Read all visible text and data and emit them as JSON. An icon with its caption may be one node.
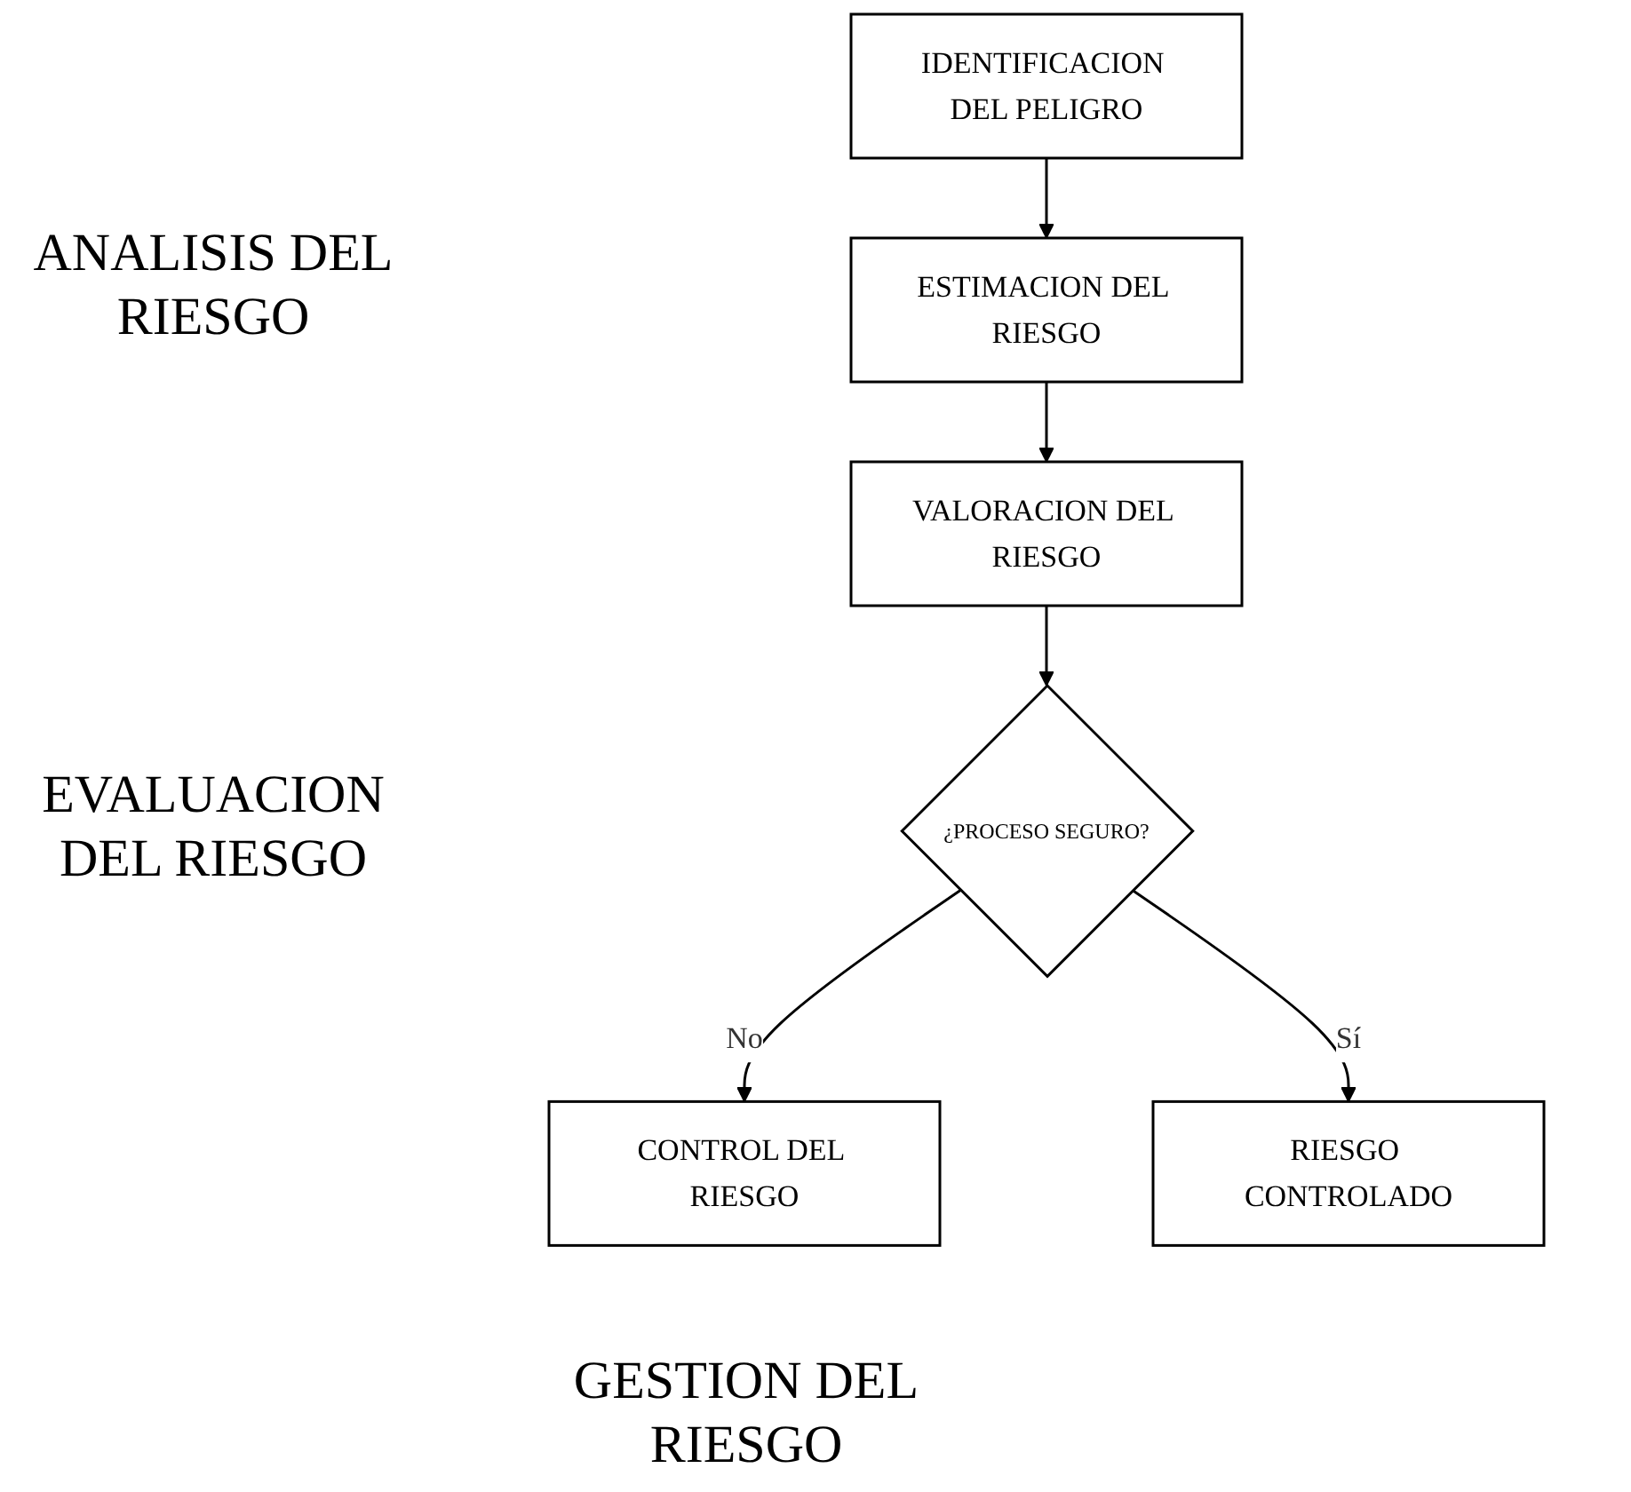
{
  "diagram": {
    "nodes": [
      {
        "text": [
          "IDENTIFICACION DEL PELIGRO"
        ]
      },
      {
        "text": [
          "ESTIMACION DEL RIESGO"
        ]
      },
      {
        "text": [
          "VALORACION DEL RIESGO"
        ]
      },
      {
        "text": [
          "¿PROCESO SEGURO?"
        ]
      },
      {
        "text": [
          "CONTROL DEL RIESGO"
        ]
      },
      {
        "text": [
          "RIESGO CONTROLADO"
        ]
      }
    ],
    "edges": [
      {
        "from": 0,
        "to": 1,
        "arrow": "to"
      },
      {
        "from": 1,
        "to": 2,
        "arrow": "to"
      },
      {
        "from": 2,
        "to": 3,
        "arrow": "to"
      },
      {
        "from": 3,
        "to": 4,
        "arrow": "to",
        "label": "No"
      },
      {
        "from": 3,
        "to": 5,
        "arrow": "to",
        "label": "Sí"
      }
    ],
    "labels": [
      "ANALISIS DEL RIESGO",
      "EVALUACION DEL RIESGO",
      "GESTION DEL RIESGO"
    ]
  }
}
